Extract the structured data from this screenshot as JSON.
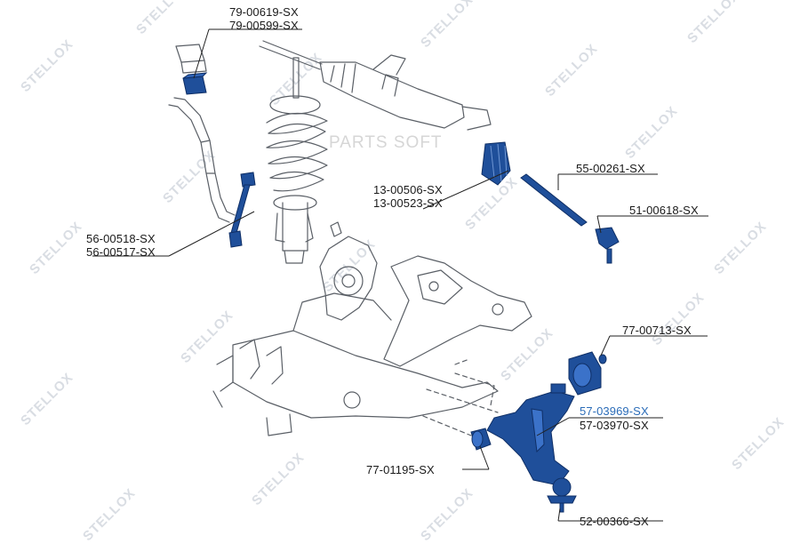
{
  "watermark": {
    "brand_text": "PARTS SOFT",
    "stamp_text": "STELLOX",
    "stamp_count": 20
  },
  "labels": {
    "stab_bushing": [
      "79-00619-SX",
      "79-00599-SX"
    ],
    "stab_link": [
      "56-00518-SX",
      "56-00517-SX"
    ],
    "rack_boot": [
      "13-00506-SX",
      "13-00523-SX"
    ],
    "tie_rod": "55-00261-SX",
    "tie_rod_end": "51-00618-SX",
    "rear_bushing": "77-00713-SX",
    "control_arm": [
      "57-03969-SX",
      "57-03970-SX"
    ],
    "front_bushing": "77-01195-SX",
    "ball_joint": "52-00366-SX"
  },
  "colors": {
    "part_highlight": "#1f4f9a",
    "label_highlight": "#2b6cb8",
    "line_drawing": "#5a5f66",
    "watermark": "#d9dde3"
  }
}
